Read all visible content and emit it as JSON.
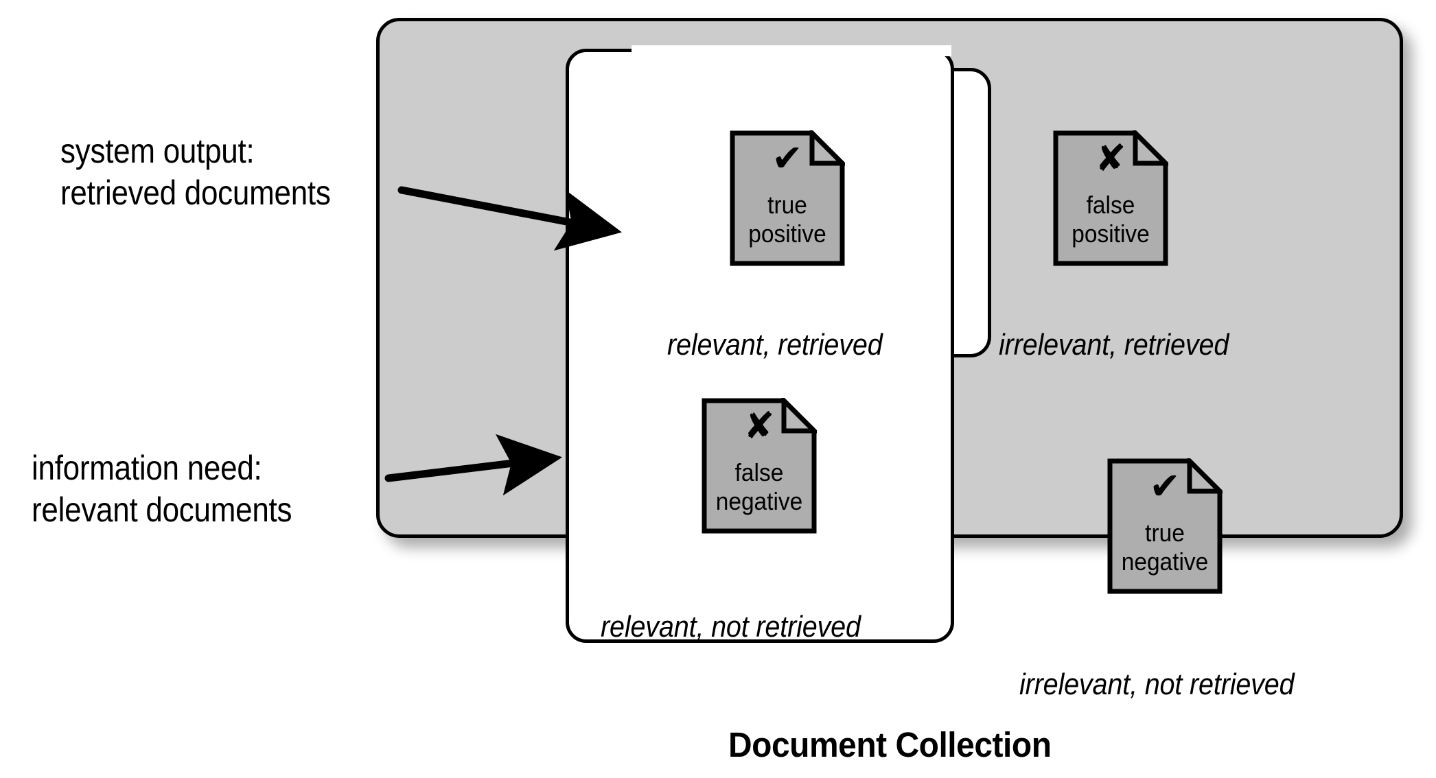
{
  "diagram": {
    "title": "Document Collection",
    "annotations": [
      {
        "id": "system-output",
        "line1": "system output:",
        "line2": "retrieved documents",
        "arrow_target": "retrieved-box"
      },
      {
        "id": "information-need",
        "line1": "information need:",
        "line2": "relevant documents",
        "arrow_target": "relevant-box"
      }
    ],
    "regions": {
      "collection": {
        "label": "Document Collection",
        "fill": "#cccccc",
        "stroke": "#000000"
      },
      "retrieved": {
        "name": "retrieved documents",
        "fill": "#ffffff",
        "stroke": "#000000"
      },
      "relevant": {
        "name": "relevant documents",
        "fill": "#ffffff",
        "stroke": "#000000"
      }
    },
    "quadrants": [
      {
        "id": "true-positive",
        "glyph": "check-icon",
        "glyph_char": "✔",
        "doc_line1": "true",
        "doc_line2": "positive",
        "caption": "relevant, retrieved"
      },
      {
        "id": "false-positive",
        "glyph": "cross-icon",
        "glyph_char": "✘",
        "doc_line1": "false",
        "doc_line2": "positive",
        "caption": "irrelevant, retrieved"
      },
      {
        "id": "false-negative",
        "glyph": "cross-icon",
        "glyph_char": "✘",
        "doc_line1": "false",
        "doc_line2": "negative",
        "caption": "relevant, not retrieved"
      },
      {
        "id": "true-negative",
        "glyph": "check-icon",
        "glyph_char": "✔",
        "doc_line1": "true",
        "doc_line2": "negative",
        "caption": "irrelevant, not retrieved"
      }
    ],
    "colors": {
      "collection_fill": "#cccccc",
      "document_fill": "#aeaeae",
      "stroke": "#000000",
      "region_fill": "#ffffff"
    }
  }
}
